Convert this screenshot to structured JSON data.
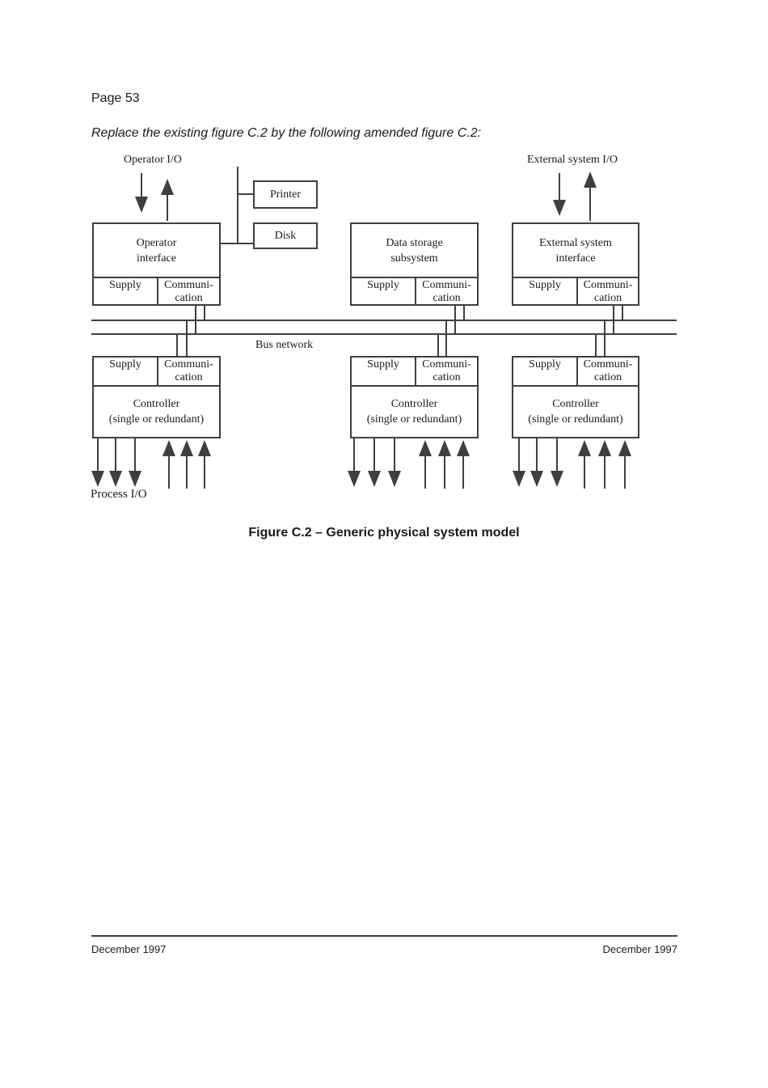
{
  "page": {
    "header": "Page 53",
    "instruction": "Replace the existing figure C.2 by the following amended figure C.2:",
    "caption": "Figure C.2 – Generic physical system model",
    "footer_left": "December 1997",
    "footer_right": "December 1997"
  },
  "diagram": {
    "io_labels": {
      "operator": "Operator I/O",
      "external": "External system I/O",
      "process": "Process I/O",
      "bus": "Bus network"
    },
    "peripherals": {
      "printer": "Printer",
      "disk": "Disk"
    },
    "cells": {
      "supply": "Supply",
      "comm_line1": "Communi-",
      "comm_line2": "cation"
    },
    "units": {
      "operator": {
        "line1": "Operator",
        "line2": "interface"
      },
      "data_storage": {
        "line1": "Data storage",
        "line2": "subsystem"
      },
      "external": {
        "line1": "External system",
        "line2": "interface"
      },
      "controller": {
        "line1": "Controller",
        "line2": "(single or redundant)"
      }
    }
  },
  "colors": {
    "line": "#3f3f3f",
    "text": "#1a1a1a",
    "background": "#ffffff"
  }
}
